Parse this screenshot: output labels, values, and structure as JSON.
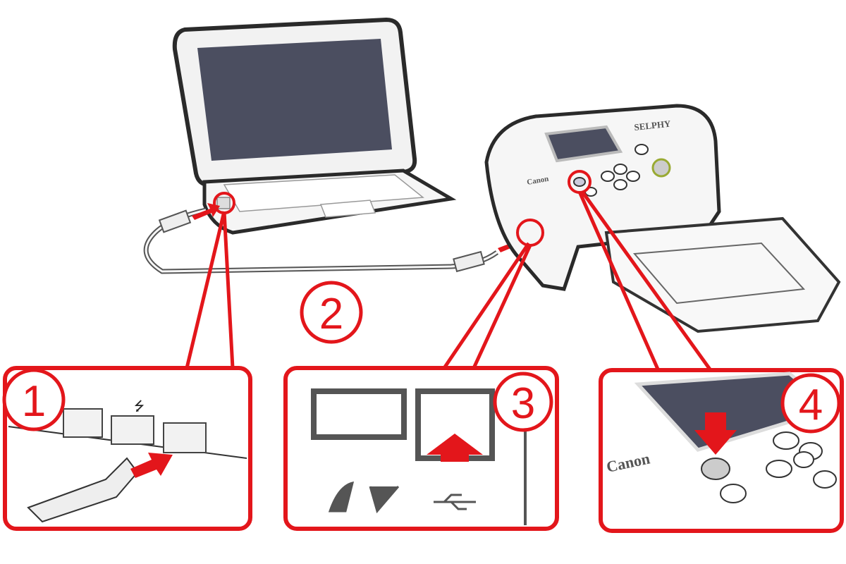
{
  "diagram": {
    "title": "Connecting a Canon SELPHY printer to a laptop via USB",
    "steps": [
      {
        "number": "1"
      },
      {
        "number": "2"
      },
      {
        "number": "3"
      },
      {
        "number": "4"
      }
    ],
    "printer": {
      "brand": "Canon",
      "model": "SELPHY"
    },
    "callout4": {
      "brand": "Canon"
    },
    "colors": {
      "accent": "#e3161b",
      "screen": "#4b4e60",
      "outline": "#333333",
      "body": "#f4f4f4"
    }
  }
}
